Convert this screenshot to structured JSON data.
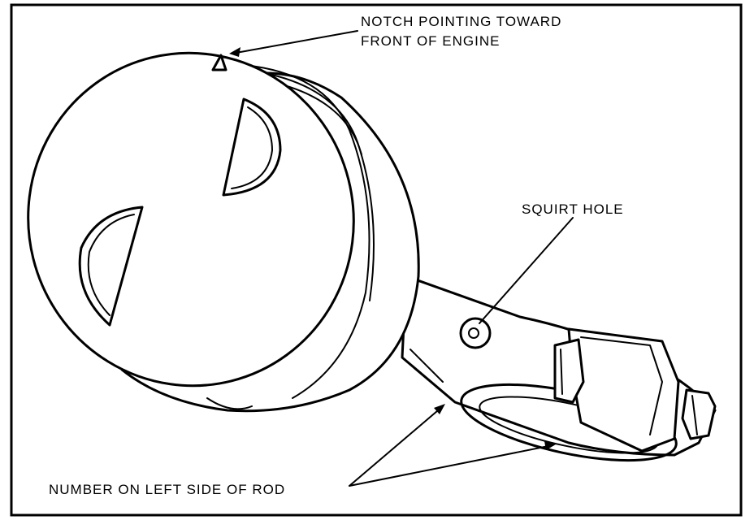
{
  "labels": {
    "notch_line1": "NOTCH POINTING TOWARD",
    "notch_line2": "FRONT OF ENGINE",
    "squirt_hole": "SQUIRT HOLE",
    "number_rod": "NUMBER ON LEFT SIDE OF ROD"
  },
  "colors": {
    "ink": "#000000",
    "paper": "#ffffff"
  }
}
